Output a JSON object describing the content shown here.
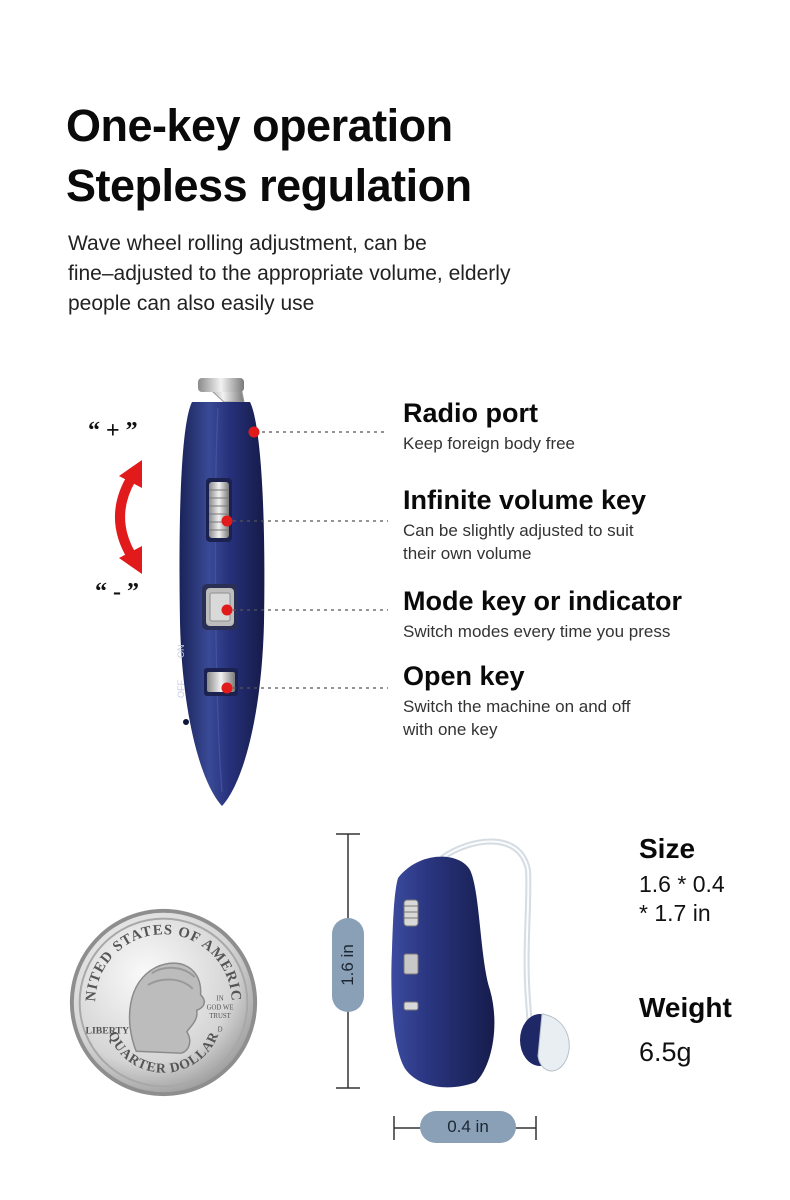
{
  "header": {
    "title_line1": "One-key operation",
    "title_line2": "Stepless regulation",
    "subtitle_line1": "Wave wheel rolling adjustment, can be",
    "subtitle_line2": "fine–adjusted to the appropriate volume, elderly",
    "subtitle_line3": "people can also easily use"
  },
  "volume_indicators": {
    "plus_label": "“ + ”",
    "minus_label": "“ - ”"
  },
  "device_markings": {
    "off": "OFF",
    "on": "ON"
  },
  "callouts": [
    {
      "title": "Radio port",
      "desc_line1": "Keep foreign body free",
      "desc_line2": ""
    },
    {
      "title": "Infinite volume key",
      "desc_line1": "Can be slightly adjusted to suit",
      "desc_line2": "their own volume"
    },
    {
      "title": "Mode key or indicator",
      "desc_line1": "Switch modes every time you press",
      "desc_line2": ""
    },
    {
      "title": "Open key",
      "desc_line1": "Switch the machine on and off",
      "desc_line2": "with one key"
    }
  ],
  "coin": {
    "top_text": "UNITED STATES OF AMERICA",
    "bottom_text": "QUARTER DOLLAR",
    "liberty": "LIBERTY",
    "motto_line1": "IN",
    "motto_line2": "GOD WE",
    "motto_line3": "TRUST",
    "mint": "D"
  },
  "dimensions": {
    "height_label": "1.6 in",
    "width_label": "0.4 in"
  },
  "specs": {
    "size_label": "Size",
    "size_value_line1": "1.6 * 0.4",
    "size_value_line2": "* 1.7 in",
    "weight_label": "Weight",
    "weight_value": "6.5g"
  },
  "colors": {
    "device_blue": "#25306e",
    "accent_red": "#e11b1b",
    "pill": "#8aa0b6"
  }
}
